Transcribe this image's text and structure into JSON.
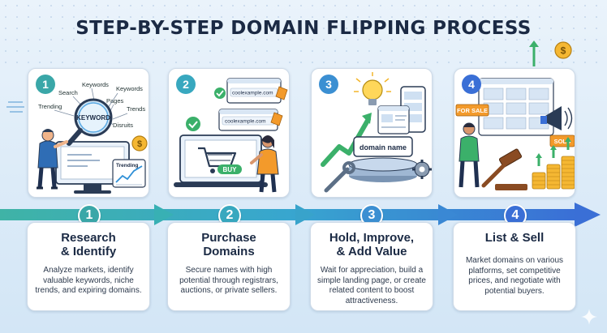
{
  "title": "STEP-BY-STEP DOMAIN FLIPPING PROCESS",
  "colors": {
    "step1": "#3aa7a8",
    "step2": "#38a8bf",
    "step3": "#3b8fd2",
    "step4": "#3a6fd6",
    "accent_orange": "#f39a2b",
    "navy": "#1b2a44"
  },
  "steps": [
    {
      "number": "1",
      "title_line1": "Research",
      "title_line2": "& Identify",
      "description": "Analyze markets, identify valuable keywords, niche trends, and expiring domains.",
      "illustration": {
        "words": [
          "Search",
          "Keywords",
          "Keywords",
          "Trending",
          "Pages",
          "Trends",
          "Disruits"
        ],
        "magnifier_label": "KEYWORD",
        "chart_label": "Trending",
        "icons": [
          "magnifier-icon",
          "person-icon",
          "monitor-icon",
          "dollar-coin-icon",
          "trend-chart-icon"
        ]
      }
    },
    {
      "number": "2",
      "title_line1": "Purchase",
      "title_line2": "Domains",
      "description": "Secure names with high potential through registrars, auctions, or private sellers.",
      "illustration": {
        "domain_1": "coolexample.com",
        "domain_2": "coolexample.com",
        "button_label": "BUY",
        "icons": [
          "checkmark-icon",
          "shopping-cart-icon",
          "price-tag-icon",
          "person-icon",
          "monitor-icon"
        ]
      }
    },
    {
      "number": "3",
      "title_line1": "Hold, Improve,",
      "title_line2": "& Add Value",
      "description": "Wait for appreciation, build a simple landing page, or create related content to boost attractiveness.",
      "illustration": {
        "pedestal_label": "domain name",
        "icons": [
          "lightbulb-icon",
          "growth-arrow-icon",
          "wrench-icon",
          "gear-icon",
          "phone-icon",
          "browser-window-icon"
        ]
      }
    },
    {
      "number": "4",
      "title_line1": "List & Sell",
      "title_line2": "",
      "description": "Market domains on various platforms, set competitive prices, and negotiate with potential buyers.",
      "illustration": {
        "sign_for_sale": "FOR SALE",
        "sign_sold": "SOLD",
        "icons": [
          "megaphone-icon",
          "auction-gavel-icon",
          "coin-stack-icon",
          "person-icon",
          "dollar-coin-icon"
        ]
      }
    }
  ]
}
